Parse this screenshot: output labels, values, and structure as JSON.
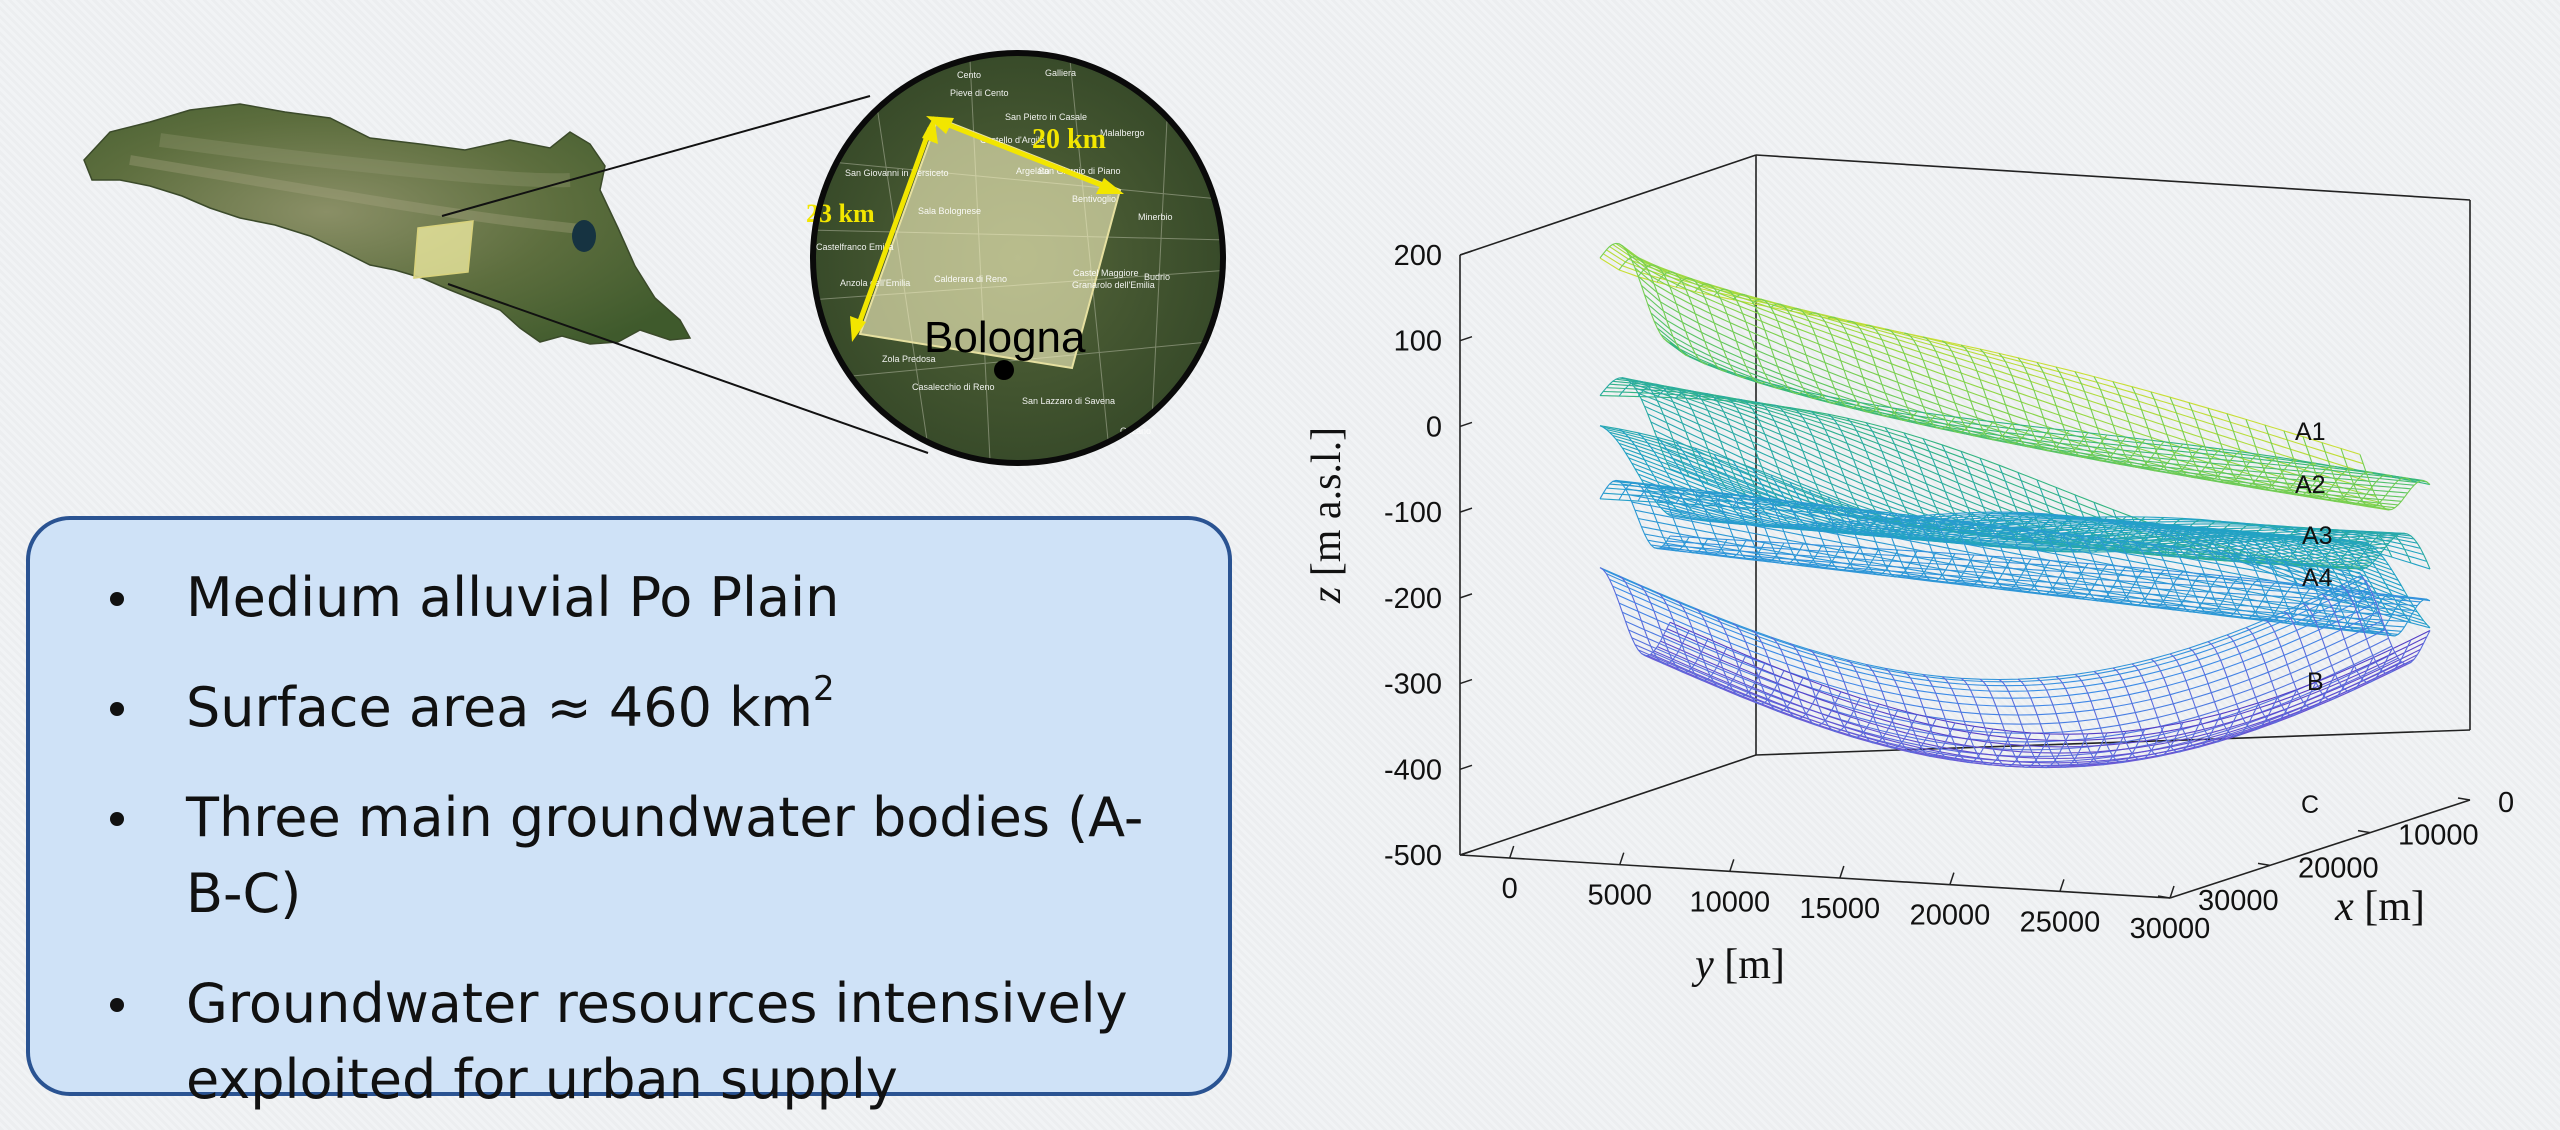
{
  "map": {
    "city": "Bologna",
    "dim_width": "20 km",
    "dim_height": "23 km",
    "towns": [
      "Cento",
      "Galliera",
      "Pieve di Cento",
      "San Pietro in Casale",
      "Malalbergo",
      "Castello d'Argile",
      "Argelato",
      "San Giorgio di Piano",
      "San Giovanni in Persiceto",
      "Castel Maggiore",
      "Bentivoglio",
      "Sala Bolognese",
      "Minerbio",
      "Castelfranco Emilia",
      "Anzola dell'Emilia",
      "Calderara di Reno",
      "Granarolo dell'Emilia",
      "Budrio",
      "Zola Predosa",
      "Casalecchio di Reno",
      "San Lazzaro di Savena",
      "Ozzano"
    ]
  },
  "info": {
    "bullets": [
      {
        "text": "Medium alluvial Po Plain"
      },
      {
        "text": "Surface area ≈ 460 km",
        "sup": "2"
      },
      {
        "text": "Three main groundwater bodies (A-B-C)"
      },
      {
        "text": "Groundwater resources intensively exploited for urban supply"
      }
    ]
  },
  "chart_data": {
    "type": "surface",
    "zlabel_var": "z",
    "zlabel_unit": " [m a.s.l.]",
    "xlabel_var": "x",
    "xlabel_unit": " [m]",
    "ylabel_var": "y",
    "ylabel_unit": " [m]",
    "z_ticks": [
      200,
      100,
      0,
      -100,
      -200,
      -300,
      -400,
      -500
    ],
    "y_ticks": [
      0,
      5000,
      10000,
      15000,
      20000,
      25000,
      30000
    ],
    "x_ticks": [
      0,
      10000,
      20000,
      30000
    ],
    "zlim": [
      -500,
      200
    ],
    "layers": [
      "A1",
      "A2",
      "A3",
      "A4",
      "B",
      "C"
    ],
    "colormap": [
      "#fde725",
      "#8fd744",
      "#35b779",
      "#21a2c5",
      "#3b8be8",
      "#6a5cd6",
      "#4a2fbf"
    ]
  }
}
